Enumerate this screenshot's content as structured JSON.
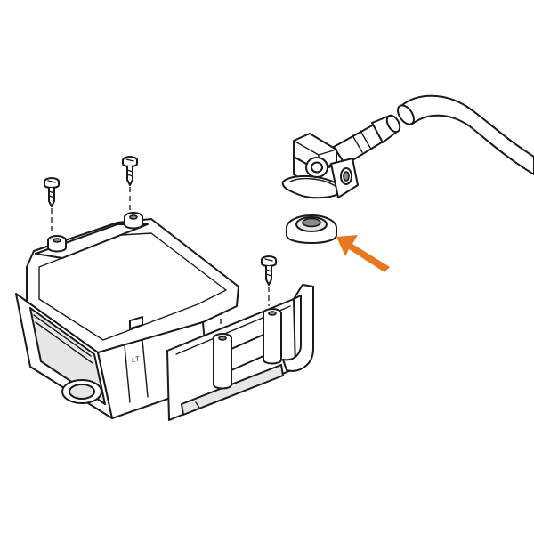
{
  "diagram": {
    "module_label": "LT",
    "arrow_color": "#e87722",
    "line_color": "#1a1a1a",
    "parts": [
      "hose",
      "connector-nozzle",
      "grommet",
      "screw",
      "housing",
      "bracket"
    ]
  }
}
